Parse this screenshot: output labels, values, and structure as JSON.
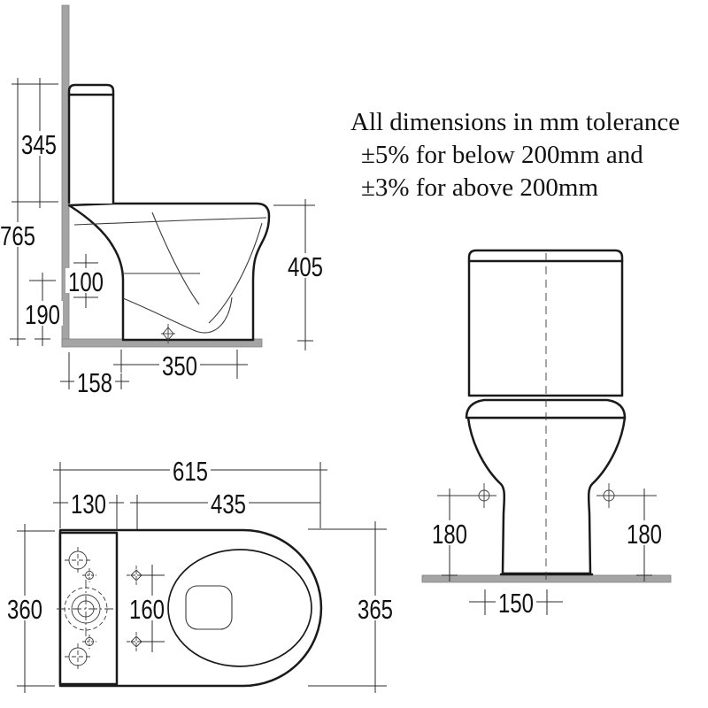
{
  "note": {
    "line1": "All dimensions in mm tolerance",
    "line2": "±5% for below 200mm and",
    "line3": "±3% for above 200mm"
  },
  "side_view": {
    "dims": {
      "cistern_height": "345",
      "overall_height": "765",
      "inlet_height": "100",
      "outlet_height": "190",
      "pan_height": "405",
      "wall_to_base": "158",
      "base_depth": "350"
    }
  },
  "front_view": {
    "dims": {
      "fixing_hole_height_left": "180",
      "fixing_hole_height_right": "180",
      "fixing_hole_offset": "150"
    }
  },
  "plan_view": {
    "dims": {
      "overall_depth": "615",
      "cistern_depth": "130",
      "seat_depth": "435",
      "width_back": "360",
      "seat_hole_spacing": "160",
      "width_front": "365"
    }
  },
  "colors": {
    "line": "#1a1a1a",
    "dimension": "#2b2b2b",
    "surface_gray": "#a4a4a4",
    "background": "#ffffff"
  }
}
